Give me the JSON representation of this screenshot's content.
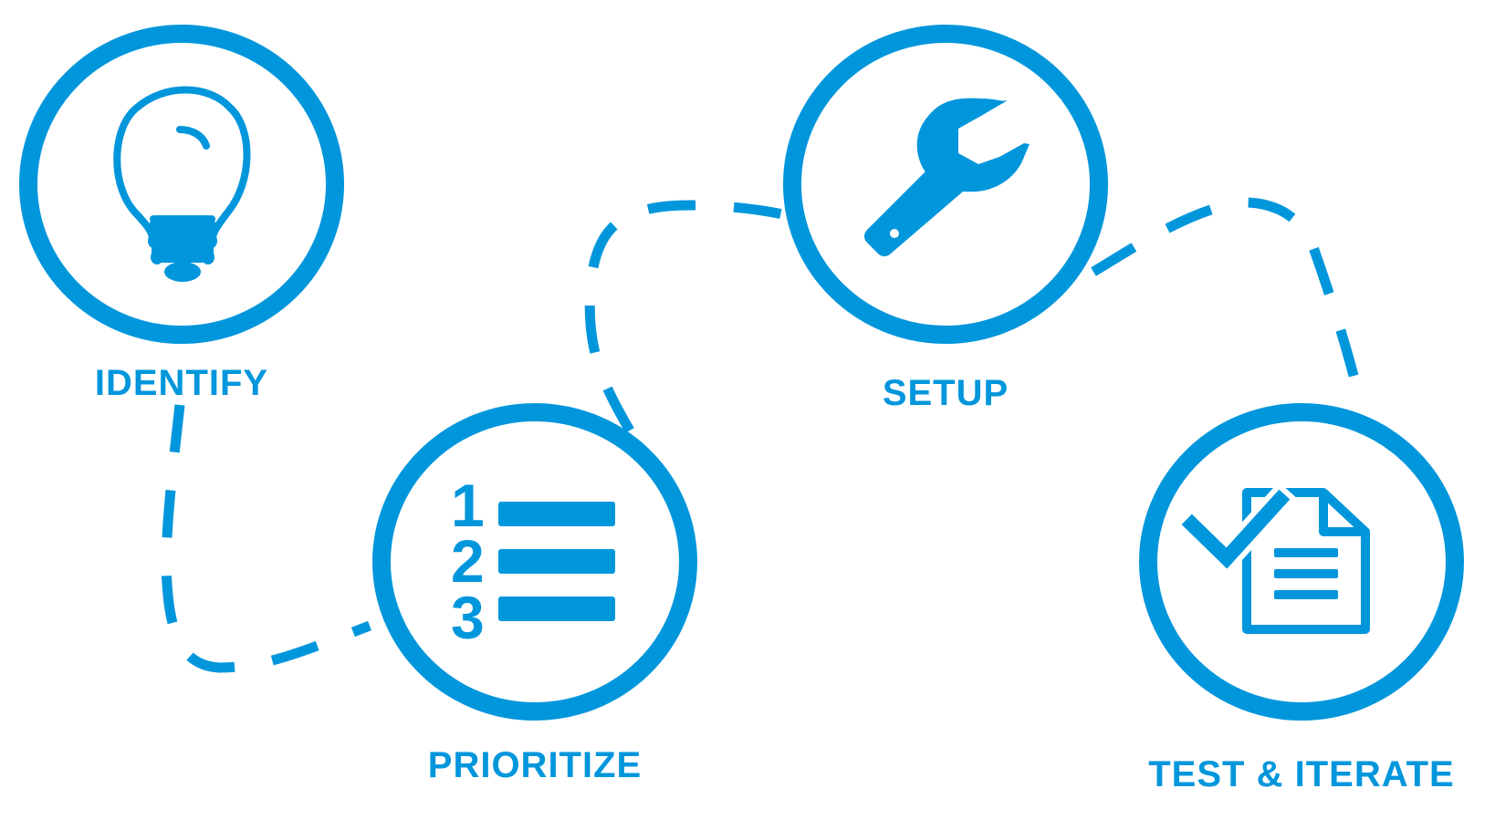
{
  "diagram": {
    "accent_color": "#0096dc",
    "steps": [
      {
        "id": "identify",
        "label": "IDENTIFY",
        "icon": "lightbulb-icon"
      },
      {
        "id": "prioritize",
        "label": "PRIORITIZE",
        "icon": "numbered-list-icon"
      },
      {
        "id": "setup",
        "label": "SETUP",
        "icon": "wrench-icon"
      },
      {
        "id": "test-iterate",
        "label": "TEST & ITERATE",
        "icon": "checked-document-icon"
      }
    ],
    "connectors": [
      {
        "from": "identify",
        "to": "prioritize",
        "style": "dashed"
      },
      {
        "from": "prioritize",
        "to": "setup",
        "style": "dashed"
      },
      {
        "from": "setup",
        "to": "test-iterate",
        "style": "dashed"
      }
    ]
  }
}
